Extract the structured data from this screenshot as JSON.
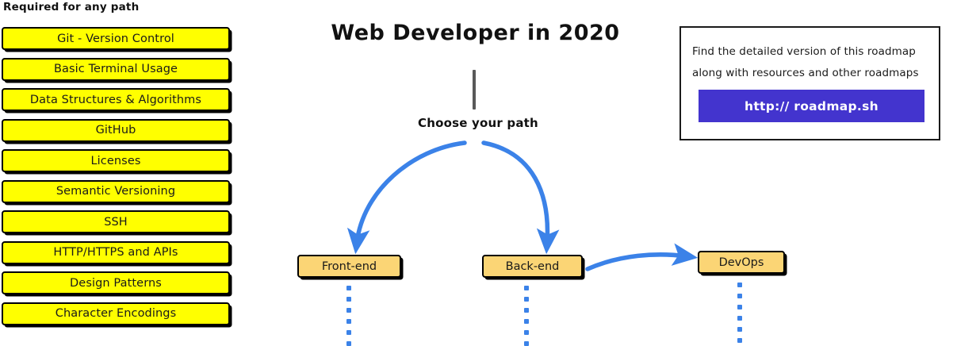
{
  "page": {
    "title": "Web Developer in 2020",
    "background_color": "#FFFFFF"
  },
  "colors": {
    "required_box_fill": "#FFFF00",
    "path_node_fill": "#FBD575",
    "box_border": "#000000",
    "arrow_blue": "#3B82E8",
    "button_indigo": "#4334CE",
    "stem_gray": "#595959"
  },
  "required_section": {
    "heading": "Required for any path",
    "items": [
      {
        "label": "Git - Version Control"
      },
      {
        "label": "Basic Terminal Usage"
      },
      {
        "label": "Data Structures & Algorithms"
      },
      {
        "label": "GitHub"
      },
      {
        "label": "Licenses"
      },
      {
        "label": "Semantic Versioning"
      },
      {
        "label": "SSH"
      },
      {
        "label": "HTTP/HTTPS and APIs"
      },
      {
        "label": "Design Patterns"
      },
      {
        "label": "Character Encodings"
      }
    ]
  },
  "flow": {
    "title": "Web Developer in 2020",
    "choose_label": "Choose your path",
    "nodes": [
      {
        "id": "frontend",
        "label": "Front-end"
      },
      {
        "id": "backend",
        "label": "Back-end"
      },
      {
        "id": "devops",
        "label": "DevOps"
      }
    ]
  },
  "info_box": {
    "line1": "Find the detailed version of this roadmap",
    "line2": "along with resources and other roadmaps",
    "button_label": "http:// roadmap.sh"
  }
}
